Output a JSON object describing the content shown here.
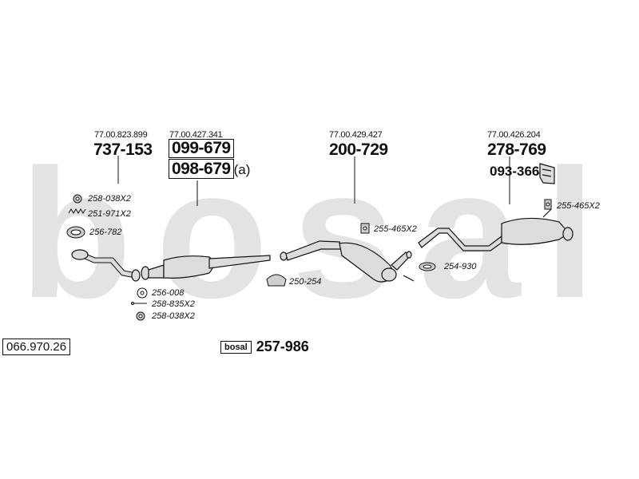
{
  "watermark": {
    "text": "bosal",
    "color": "#e3e3e3"
  },
  "reference": "066.970.26",
  "kit": {
    "brand_label": "bosal",
    "part_number": "257-986"
  },
  "oe_numbers": {
    "front_pipe": "77.00.823.899",
    "catalyst": "77.00.427.341",
    "middle_silencer": "77.00.429.427",
    "rear_silencer": "77.00.426.204"
  },
  "part_numbers": {
    "front_pipe": "737-153",
    "catalyst_1": "099-679",
    "catalyst_2": "098-679",
    "catalyst_2_suffix": "(a)",
    "middle_silencer": "200-729",
    "rear_silencer": "278-769",
    "heat_shield": "093-366"
  },
  "accessories": {
    "front_gasket": "258-038X2",
    "front_spring": "251-971X2",
    "front_ring": "256-782",
    "cat_gasket": "256-008",
    "cat_bolt": "258-835X2",
    "cat_nut": "258-038X2",
    "clamp_1": "250-254",
    "mount_1": "255-465X2",
    "clamp_2": "254-930",
    "mount_2": "255-465X2"
  },
  "colors": {
    "ink": "#111111",
    "watermark": "#e3e3e3",
    "part_fill": "#dcdcdc"
  }
}
